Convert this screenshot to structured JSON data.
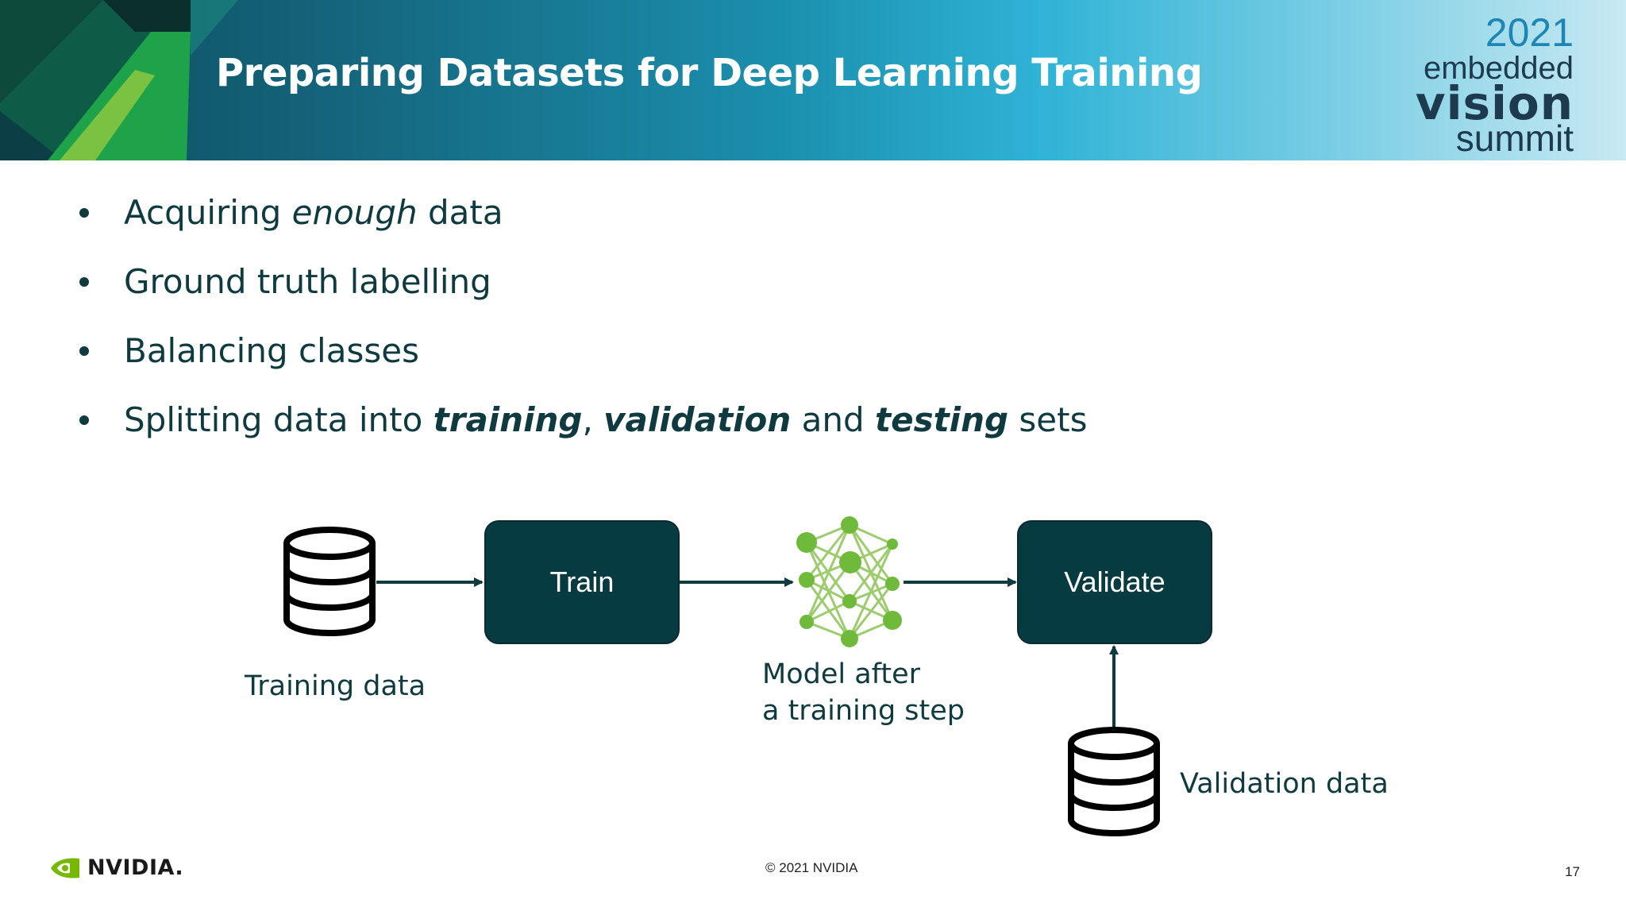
{
  "header": {
    "title": "Preparing Datasets for Deep Learning Training",
    "logo": {
      "year": "2021",
      "line1": "embedded",
      "line2": "vision",
      "line3": "summit"
    }
  },
  "bullets": [
    {
      "parts": [
        {
          "text": "Acquiring ",
          "style": "normal"
        },
        {
          "text": "enough",
          "style": "italic"
        },
        {
          "text": " data",
          "style": "normal"
        }
      ]
    },
    {
      "parts": [
        {
          "text": "Ground truth labelling",
          "style": "normal"
        }
      ]
    },
    {
      "parts": [
        {
          "text": "Balancing classes",
          "style": "normal"
        }
      ]
    },
    {
      "parts": [
        {
          "text": "Splitting data into ",
          "style": "normal"
        },
        {
          "text": "training",
          "style": "bold-italic"
        },
        {
          "text": ", ",
          "style": "normal"
        },
        {
          "text": "validation",
          "style": "bold-italic"
        },
        {
          "text": " and ",
          "style": "normal"
        },
        {
          "text": "testing",
          "style": "bold-italic"
        },
        {
          "text": " sets",
          "style": "normal"
        }
      ]
    }
  ],
  "diagram": {
    "training_data_label": "Training data",
    "train_label": "Train",
    "model_label_line1": "Model after",
    "model_label_line2": "a training step",
    "validate_label": "Validate",
    "validation_data_label": "Validation data"
  },
  "footer": {
    "brand": "NVIDIA.",
    "copyright": "© 2021 NVIDIA",
    "page_number": "17"
  },
  "colors": {
    "node_fill": "#073b42",
    "text": "#0e3a40",
    "nvidia_green": "#76b900",
    "network_green": "#7cc242"
  }
}
